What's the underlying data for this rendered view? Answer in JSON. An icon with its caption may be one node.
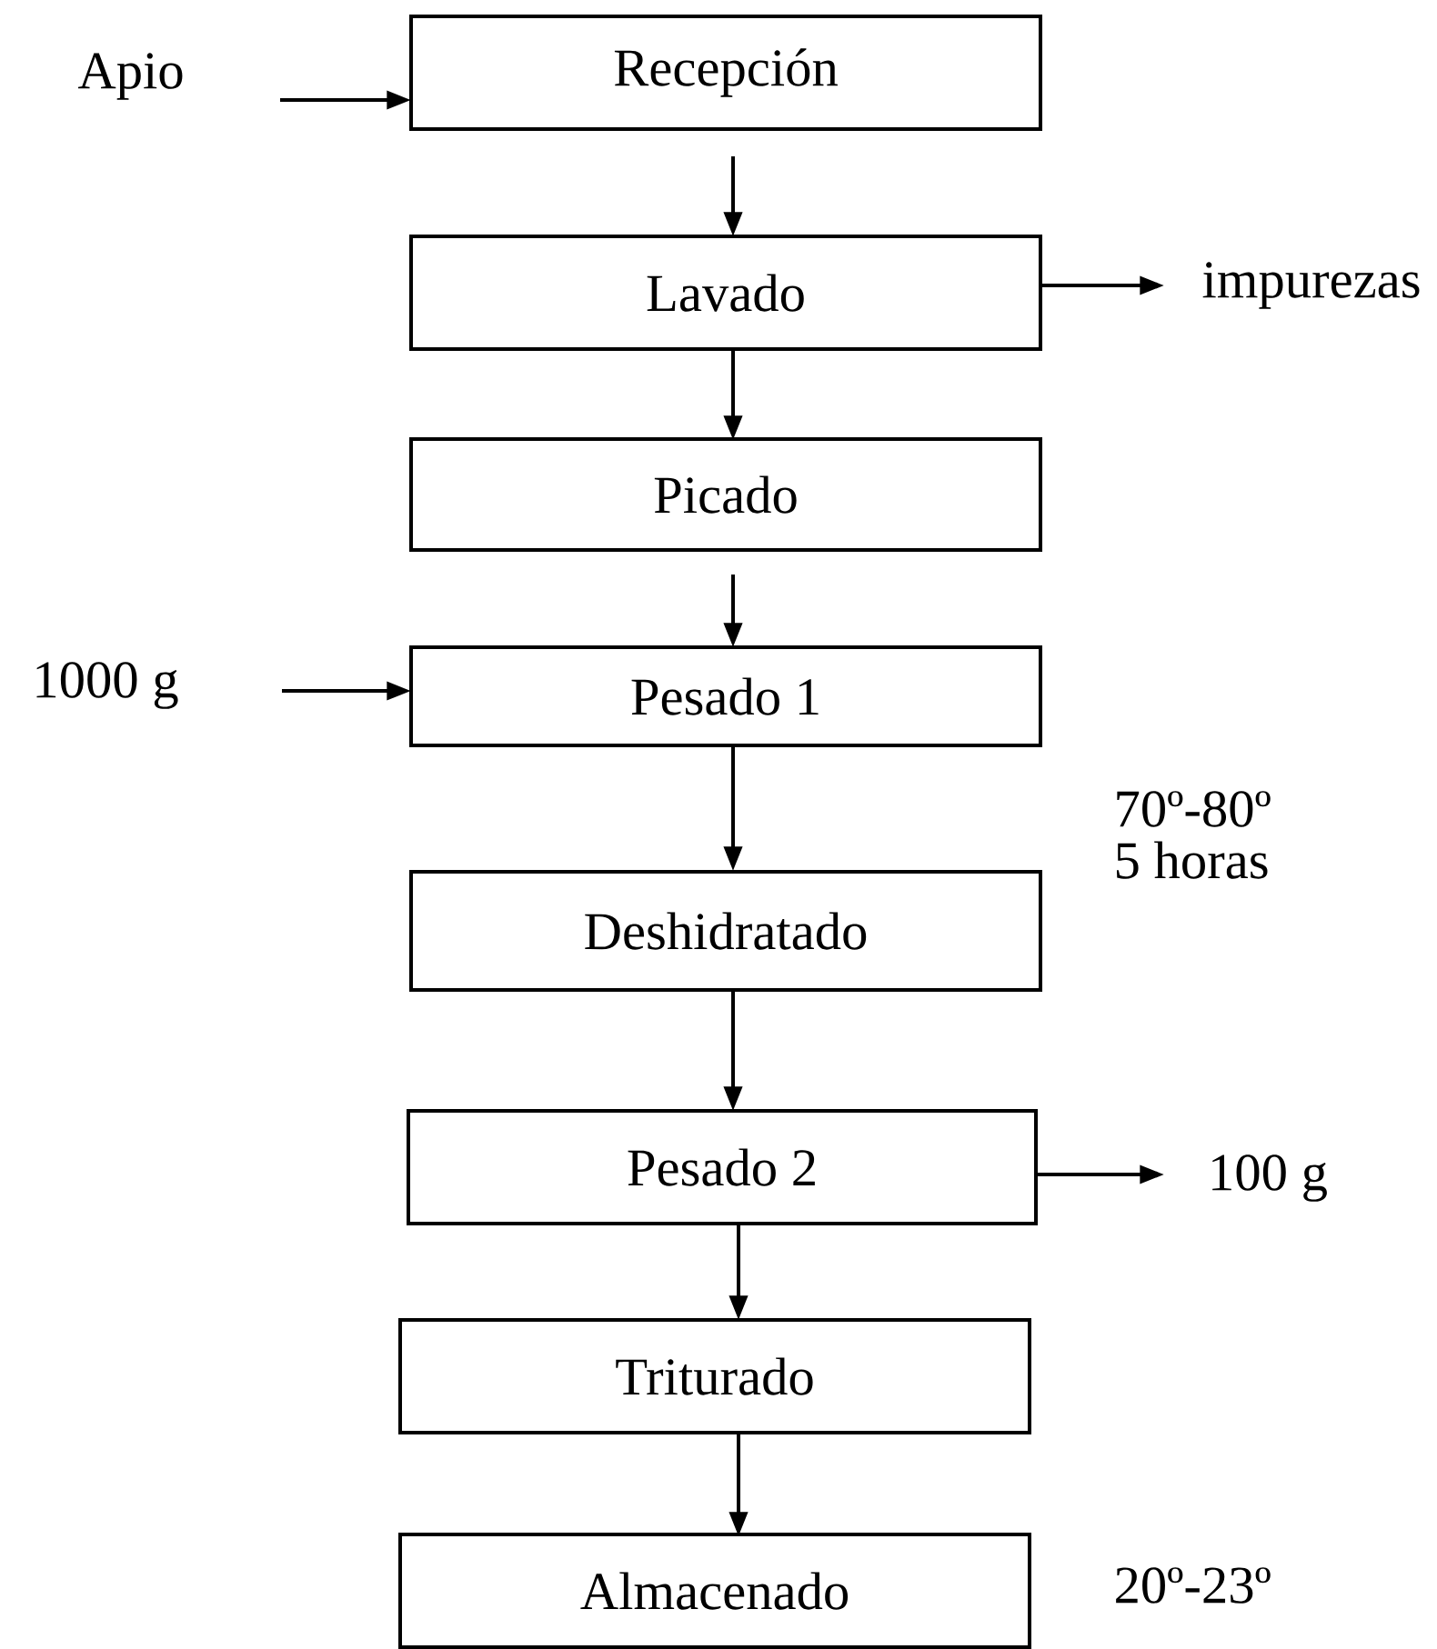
{
  "diagram": {
    "nodes": [
      {
        "text": [
          "Apio"
        ]
      },
      {
        "text": [
          "Recepción"
        ]
      },
      {
        "text": [
          "Lavado"
        ]
      },
      {
        "text": [
          "impurezas"
        ]
      },
      {
        "text": [
          "Picado"
        ]
      },
      {
        "text": [
          "1000 g"
        ]
      },
      {
        "text": [
          "Pesado 1"
        ]
      },
      {
        "text": [
          "Deshidratado"
        ],
        "beside": [
          "70º-80º",
          "5 horas"
        ]
      },
      {
        "text": [
          "Pesado 2"
        ]
      },
      {
        "text": [
          "100 g"
        ]
      },
      {
        "text": [
          "Triturado"
        ]
      },
      {
        "text": [
          "Almacenado"
        ],
        "beside": [
          "20º-23º"
        ]
      }
    ],
    "edges": [
      {
        "from": 0,
        "to": 1,
        "arrow": "to"
      },
      {
        "from": 1,
        "to": 2,
        "arrow": "to"
      },
      {
        "from": 2,
        "to": 3,
        "arrow": "to"
      },
      {
        "from": 2,
        "to": 4,
        "arrow": "to"
      },
      {
        "from": 4,
        "to": 6,
        "arrow": "to"
      },
      {
        "from": 5,
        "to": 6,
        "arrow": "to"
      },
      {
        "from": 6,
        "to": 7,
        "arrow": "to"
      },
      {
        "from": 7,
        "to": 8,
        "arrow": "to"
      },
      {
        "from": 8,
        "to": 9,
        "arrow": "to"
      },
      {
        "from": 8,
        "to": 10,
        "arrow": "to"
      },
      {
        "from": 10,
        "to": 11,
        "arrow": "to"
      }
    ]
  }
}
